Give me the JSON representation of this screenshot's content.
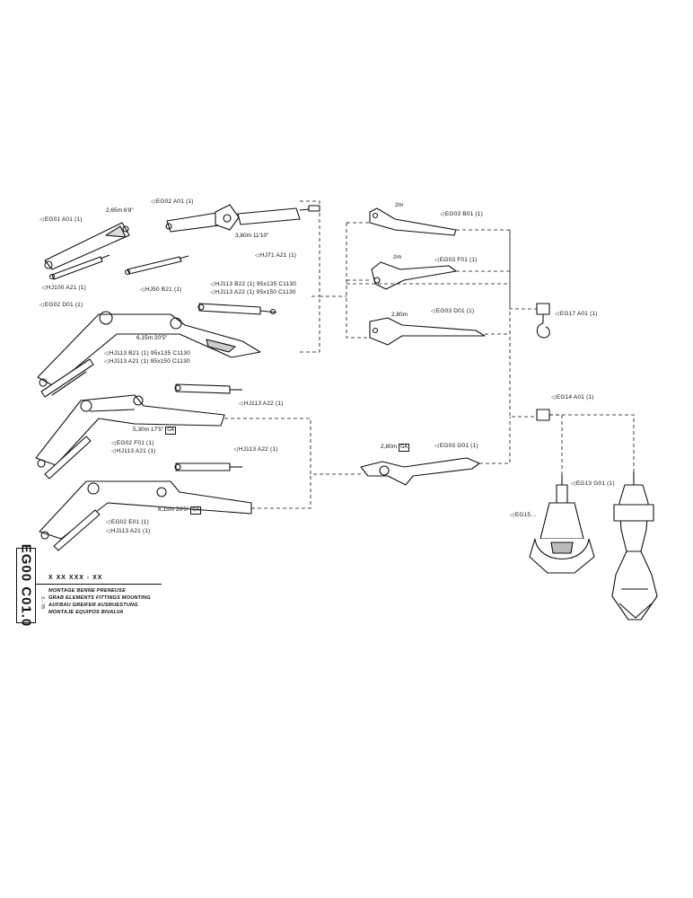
{
  "refs": {
    "eg02_a01": "EG02  A01  (1)",
    "eg01_a01": "EG01  A01  (1)",
    "hj71_a21": "HJ71  A21  (1)",
    "hj100_a21": "HJ100  A21  (1)",
    "hj50_b21": "HJ50  B21  (1)",
    "hj113_b22": "HJ113  B22  (1) 95x135  C1130",
    "hj113_a22_top": "HJ113  A22  (1) 95x150  C1130",
    "eg02_d01": "EG02  D01  (1)",
    "hj113_b21": "HJ113  B21  (1)  95x135  C1130",
    "hj113_a21_d": "HJ113  A21  (1)  95x150  C1130",
    "hj113_a22_mid": "HJ113  A22  (1)",
    "eg02_f01": "EG02  F01  (1)",
    "hj113_a21_f": "HJ113  A21  (1)",
    "hj113_a22_low": "HJ113  A22  (1)",
    "eg02_e01": "EG02  E01  (1)",
    "hj113_a21_e": "HJ113  A21  (1)",
    "eg03_b01": "EG03  B01  (1)",
    "eg03_f01": "EG03  F01  (1)",
    "eg03_d01": "EG03  D01  (1)",
    "eg03_g01": "EG03  G01  (1)",
    "eg17_a01": "EG17  A01  (1)",
    "eg14_a01": "EG14  A01  (1)",
    "eg13_g01": "EG13  G01  (1)",
    "eg15": "EG15"
  },
  "dims": {
    "d_a01_len": "2,65m  6'8\"",
    "d_a01_b": "3,80m  11'10\"",
    "d_d01": "6,15m  20'5\"",
    "d_f01": "5,30m 17'5\"",
    "d_e01": "6,15m  20'5\"",
    "d_b01": "2m",
    "d_f01b": "2m",
    "d_d01b": "2,80m",
    "d_g01": "2,80m",
    "ga": "GA"
  },
  "title_block": {
    "code": "EG00  C01.0",
    "sheet": "X  XX  XXX - XX",
    "page": "3 - 76",
    "lines": [
      "MONTAGE BENNE PRENEUSE",
      "GRAB ELEMENTS FITTINGS MOUNTING",
      "AUFBAU GREIFER AUSRUESTUNG",
      "MONTAJE EQUIPOS BIVALVA"
    ]
  },
  "colors": {
    "ink": "#111111",
    "paper": "#ffffff"
  }
}
